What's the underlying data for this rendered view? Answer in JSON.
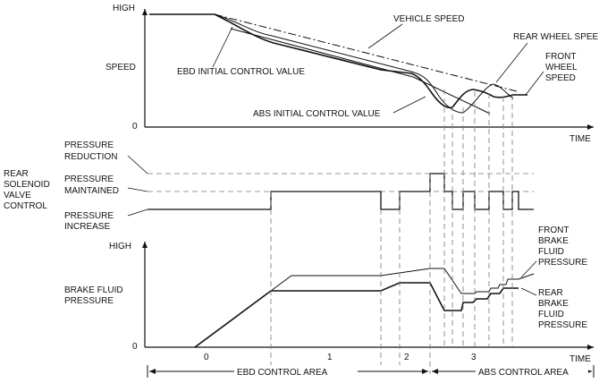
{
  "speed_panel": {
    "y_high": "HIGH",
    "y_label": "SPEED",
    "y_zero": "0",
    "x_label": "TIME",
    "vehicle_speed": "VEHICLE SPEED",
    "rear_wheel_speed": "REAR WHEEL SPEED",
    "front_wheel_speed": [
      "FRONT",
      "WHEEL",
      "SPEED"
    ],
    "ebd_initial": "EBD INITIAL CONTROL VALUE",
    "abs_initial": "ABS INITIAL CONTROL VALUE"
  },
  "valve_panel": {
    "title": [
      "REAR",
      "SOLENOID",
      "VALVE",
      "CONTROL"
    ],
    "reduction": [
      "PRESSURE",
      "REDUCTION"
    ],
    "maintained": [
      "PRESSURE",
      "MAINTAINED"
    ],
    "increase": [
      "PRESSURE",
      "INCREASE"
    ]
  },
  "pressure_panel": {
    "y_high": "HIGH",
    "y_label": [
      "BRAKE FLUID",
      "PRESSURE"
    ],
    "y_zero": "0",
    "x_label": "TIME",
    "front": [
      "FRONT",
      "BRAKE",
      "FLUID",
      "PRESSURE"
    ],
    "rear": [
      "REAR",
      "BRAKE",
      "FLUID",
      "PRESSURE"
    ]
  },
  "phases": [
    "0",
    "1",
    "2",
    "3"
  ],
  "areas": {
    "ebd": "EBD CONTROL AREA",
    "abs": "ABS CONTROL AREA"
  }
}
